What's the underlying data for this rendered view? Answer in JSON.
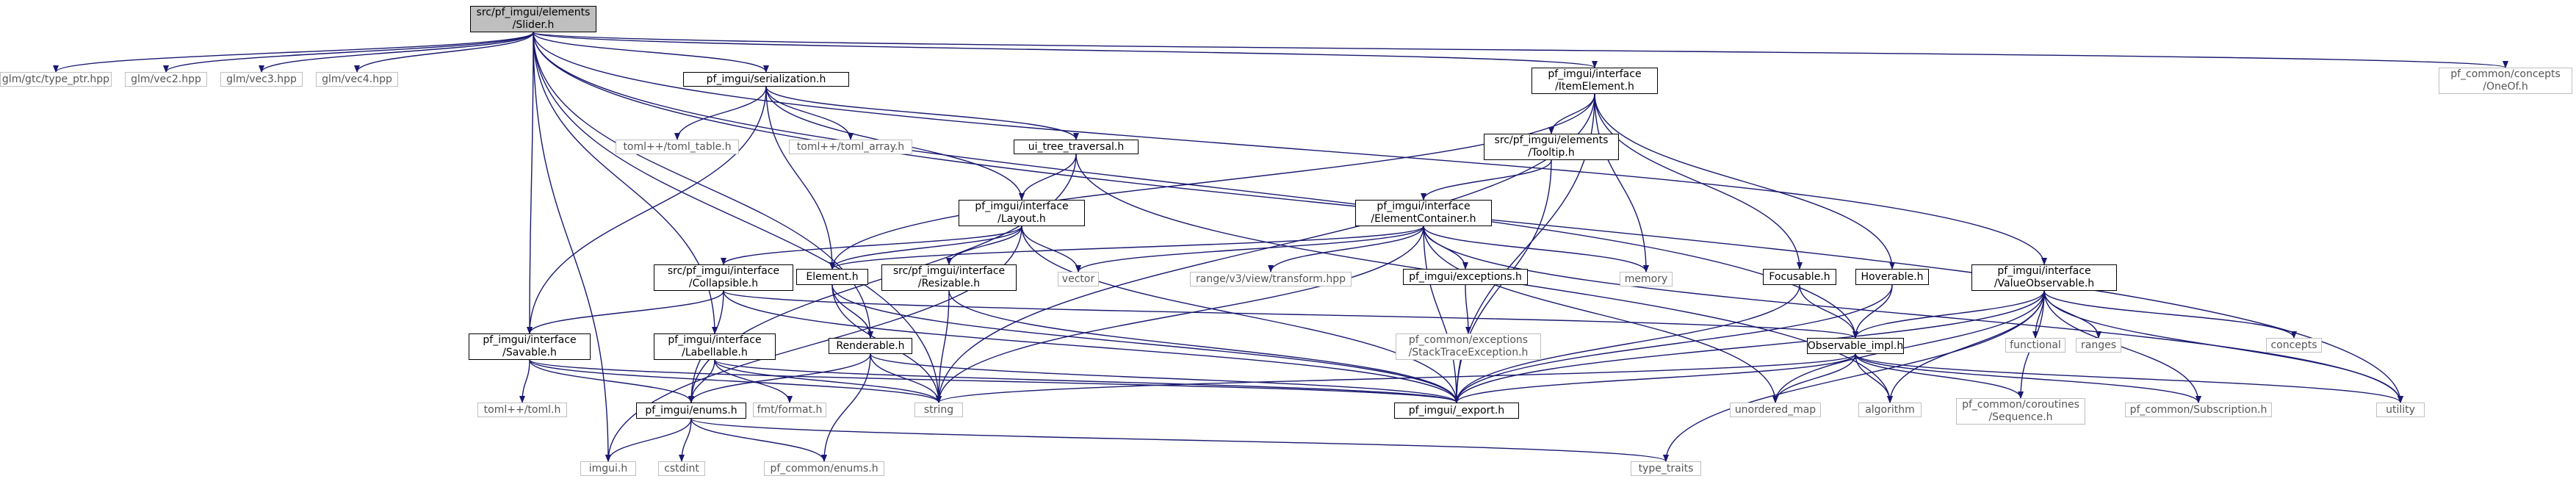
{
  "graph": {
    "root": "n1",
    "nodes": [
      {
        "id": "n1",
        "label": "src/pf_imgui/elements\n/Slider.h",
        "kind": "root"
      },
      {
        "id": "n2",
        "label": "glm/gtc/type_ptr.hpp",
        "kind": "sys"
      },
      {
        "id": "n3",
        "label": "glm/vec2.hpp",
        "kind": "sys"
      },
      {
        "id": "n4",
        "label": "glm/vec3.hpp",
        "kind": "sys"
      },
      {
        "id": "n5",
        "label": "glm/vec4.hpp",
        "kind": "sys"
      },
      {
        "id": "n6",
        "label": "pf_imgui/serialization.h",
        "kind": "file"
      },
      {
        "id": "n7",
        "label": "pf_imgui/interface\n/ItemElement.h",
        "kind": "file"
      },
      {
        "id": "n8",
        "label": "pf_common/concepts\n/OneOf.h",
        "kind": "sys"
      },
      {
        "id": "n9",
        "label": "toml++/toml_table.h",
        "kind": "sys"
      },
      {
        "id": "n10",
        "label": "toml++/toml_array.h",
        "kind": "sys"
      },
      {
        "id": "n11",
        "label": "ui_tree_traversal.h",
        "kind": "file"
      },
      {
        "id": "n12",
        "label": "src/pf_imgui/elements\n/Tooltip.h",
        "kind": "file"
      },
      {
        "id": "n13",
        "label": "pf_imgui/interface\n/Layout.h",
        "kind": "file"
      },
      {
        "id": "n14",
        "label": "pf_imgui/interface\n/ElementContainer.h",
        "kind": "file"
      },
      {
        "id": "n15",
        "label": "src/pf_imgui/interface\n/Collapsible.h",
        "kind": "file"
      },
      {
        "id": "n16",
        "label": "Element.h",
        "kind": "file"
      },
      {
        "id": "n17",
        "label": "src/pf_imgui/interface\n/Resizable.h",
        "kind": "file"
      },
      {
        "id": "n18",
        "label": "vector",
        "kind": "sys"
      },
      {
        "id": "n19",
        "label": "range/v3/view/transform.hpp",
        "kind": "sys"
      },
      {
        "id": "n20",
        "label": "pf_imgui/exceptions.h",
        "kind": "file"
      },
      {
        "id": "n21",
        "label": "memory",
        "kind": "sys"
      },
      {
        "id": "n22",
        "label": "Focusable.h",
        "kind": "file"
      },
      {
        "id": "n23",
        "label": "Hoverable.h",
        "kind": "file"
      },
      {
        "id": "n24",
        "label": "pf_imgui/interface\n/ValueObservable.h",
        "kind": "file"
      },
      {
        "id": "n25",
        "label": "pf_imgui/interface\n/Savable.h",
        "kind": "file"
      },
      {
        "id": "n26",
        "label": "pf_imgui/interface\n/Labellable.h",
        "kind": "file"
      },
      {
        "id": "n27",
        "label": "Renderable.h",
        "kind": "file"
      },
      {
        "id": "n28",
        "label": "pf_common/exceptions\n/StackTraceException.h",
        "kind": "sys"
      },
      {
        "id": "n29",
        "label": "Observable_impl.h",
        "kind": "file"
      },
      {
        "id": "n30",
        "label": "functional",
        "kind": "sys"
      },
      {
        "id": "n31",
        "label": "ranges",
        "kind": "sys"
      },
      {
        "id": "n32",
        "label": "concepts",
        "kind": "sys"
      },
      {
        "id": "n33",
        "label": "toml++/toml.h",
        "kind": "sys"
      },
      {
        "id": "n34",
        "label": "pf_imgui/enums.h",
        "kind": "file"
      },
      {
        "id": "n35",
        "label": "fmt/format.h",
        "kind": "sys"
      },
      {
        "id": "n36",
        "label": "string",
        "kind": "sys"
      },
      {
        "id": "n37",
        "label": "pf_imgui/_export.h",
        "kind": "file"
      },
      {
        "id": "n38",
        "label": "unordered_map",
        "kind": "sys"
      },
      {
        "id": "n39",
        "label": "algorithm",
        "kind": "sys"
      },
      {
        "id": "n40",
        "label": "pf_common/coroutines\n/Sequence.h",
        "kind": "sys"
      },
      {
        "id": "n41",
        "label": "pf_common/Subscription.h",
        "kind": "sys"
      },
      {
        "id": "n42",
        "label": "utility",
        "kind": "sys"
      },
      {
        "id": "n43",
        "label": "imgui.h",
        "kind": "sys"
      },
      {
        "id": "n44",
        "label": "cstdint",
        "kind": "sys"
      },
      {
        "id": "n45",
        "label": "pf_common/enums.h",
        "kind": "sys"
      },
      {
        "id": "n46",
        "label": "type_traits",
        "kind": "sys"
      }
    ],
    "edges": [
      [
        "n1",
        "n2"
      ],
      [
        "n1",
        "n3"
      ],
      [
        "n1",
        "n4"
      ],
      [
        "n1",
        "n5"
      ],
      [
        "n1",
        "n6"
      ],
      [
        "n1",
        "n7"
      ],
      [
        "n1",
        "n8"
      ],
      [
        "n1",
        "n42"
      ],
      [
        "n1",
        "n43"
      ],
      [
        "n1",
        "n25"
      ],
      [
        "n1",
        "n26"
      ],
      [
        "n1",
        "n27"
      ],
      [
        "n1",
        "n24"
      ],
      [
        "n1",
        "n36"
      ],
      [
        "n1",
        "n29"
      ],
      [
        "n6",
        "n9"
      ],
      [
        "n6",
        "n10"
      ],
      [
        "n6",
        "n11"
      ],
      [
        "n6",
        "n13"
      ],
      [
        "n6",
        "n16"
      ],
      [
        "n6",
        "n25"
      ],
      [
        "n7",
        "n12"
      ],
      [
        "n7",
        "n16"
      ],
      [
        "n7",
        "n21"
      ],
      [
        "n7",
        "n22"
      ],
      [
        "n7",
        "n23"
      ],
      [
        "n7",
        "n37"
      ],
      [
        "n7",
        "n36"
      ],
      [
        "n11",
        "n13"
      ],
      [
        "n11",
        "n34"
      ],
      [
        "n11",
        "n39"
      ],
      [
        "n12",
        "n14"
      ],
      [
        "n12",
        "n37"
      ],
      [
        "n13",
        "n15"
      ],
      [
        "n13",
        "n16"
      ],
      [
        "n13",
        "n17"
      ],
      [
        "n13",
        "n18"
      ],
      [
        "n13",
        "n37"
      ],
      [
        "n13",
        "n43"
      ],
      [
        "n14",
        "n16"
      ],
      [
        "n14",
        "n18"
      ],
      [
        "n14",
        "n19"
      ],
      [
        "n14",
        "n20"
      ],
      [
        "n14",
        "n21"
      ],
      [
        "n14",
        "n36"
      ],
      [
        "n14",
        "n37"
      ],
      [
        "n14",
        "n38"
      ],
      [
        "n14",
        "n42"
      ],
      [
        "n15",
        "n25"
      ],
      [
        "n15",
        "n29"
      ],
      [
        "n15",
        "n37"
      ],
      [
        "n15",
        "n34"
      ],
      [
        "n16",
        "n27"
      ],
      [
        "n16",
        "n36"
      ],
      [
        "n16",
        "n37"
      ],
      [
        "n17",
        "n36"
      ],
      [
        "n17",
        "n37"
      ],
      [
        "n20",
        "n28"
      ],
      [
        "n22",
        "n29"
      ],
      [
        "n22",
        "n37"
      ],
      [
        "n23",
        "n29"
      ],
      [
        "n23",
        "n37"
      ],
      [
        "n24",
        "n29"
      ],
      [
        "n24",
        "n30"
      ],
      [
        "n24",
        "n31"
      ],
      [
        "n24",
        "n32"
      ],
      [
        "n24",
        "n37"
      ],
      [
        "n24",
        "n38"
      ],
      [
        "n24",
        "n39"
      ],
      [
        "n24",
        "n40"
      ],
      [
        "n24",
        "n41"
      ],
      [
        "n24",
        "n42"
      ],
      [
        "n24",
        "n46"
      ],
      [
        "n25",
        "n33"
      ],
      [
        "n25",
        "n34"
      ],
      [
        "n25",
        "n36"
      ],
      [
        "n25",
        "n37"
      ],
      [
        "n26",
        "n34"
      ],
      [
        "n26",
        "n35"
      ],
      [
        "n26",
        "n36"
      ],
      [
        "n26",
        "n37"
      ],
      [
        "n27",
        "n34"
      ],
      [
        "n27",
        "n36"
      ],
      [
        "n27",
        "n37"
      ],
      [
        "n27",
        "n45"
      ],
      [
        "n29",
        "n36"
      ],
      [
        "n29",
        "n37"
      ],
      [
        "n29",
        "n38"
      ],
      [
        "n29",
        "n39"
      ],
      [
        "n29",
        "n40"
      ],
      [
        "n29",
        "n41"
      ],
      [
        "n29",
        "n42"
      ],
      [
        "n34",
        "n43"
      ],
      [
        "n34",
        "n44"
      ],
      [
        "n34",
        "n45"
      ],
      [
        "n34",
        "n46"
      ]
    ],
    "colors": {
      "edge": "#191970",
      "root_fill": "#bfbfbf",
      "file_border": "#000000",
      "sys_border": "#bfbfbf",
      "sys_text": "#555555"
    }
  }
}
